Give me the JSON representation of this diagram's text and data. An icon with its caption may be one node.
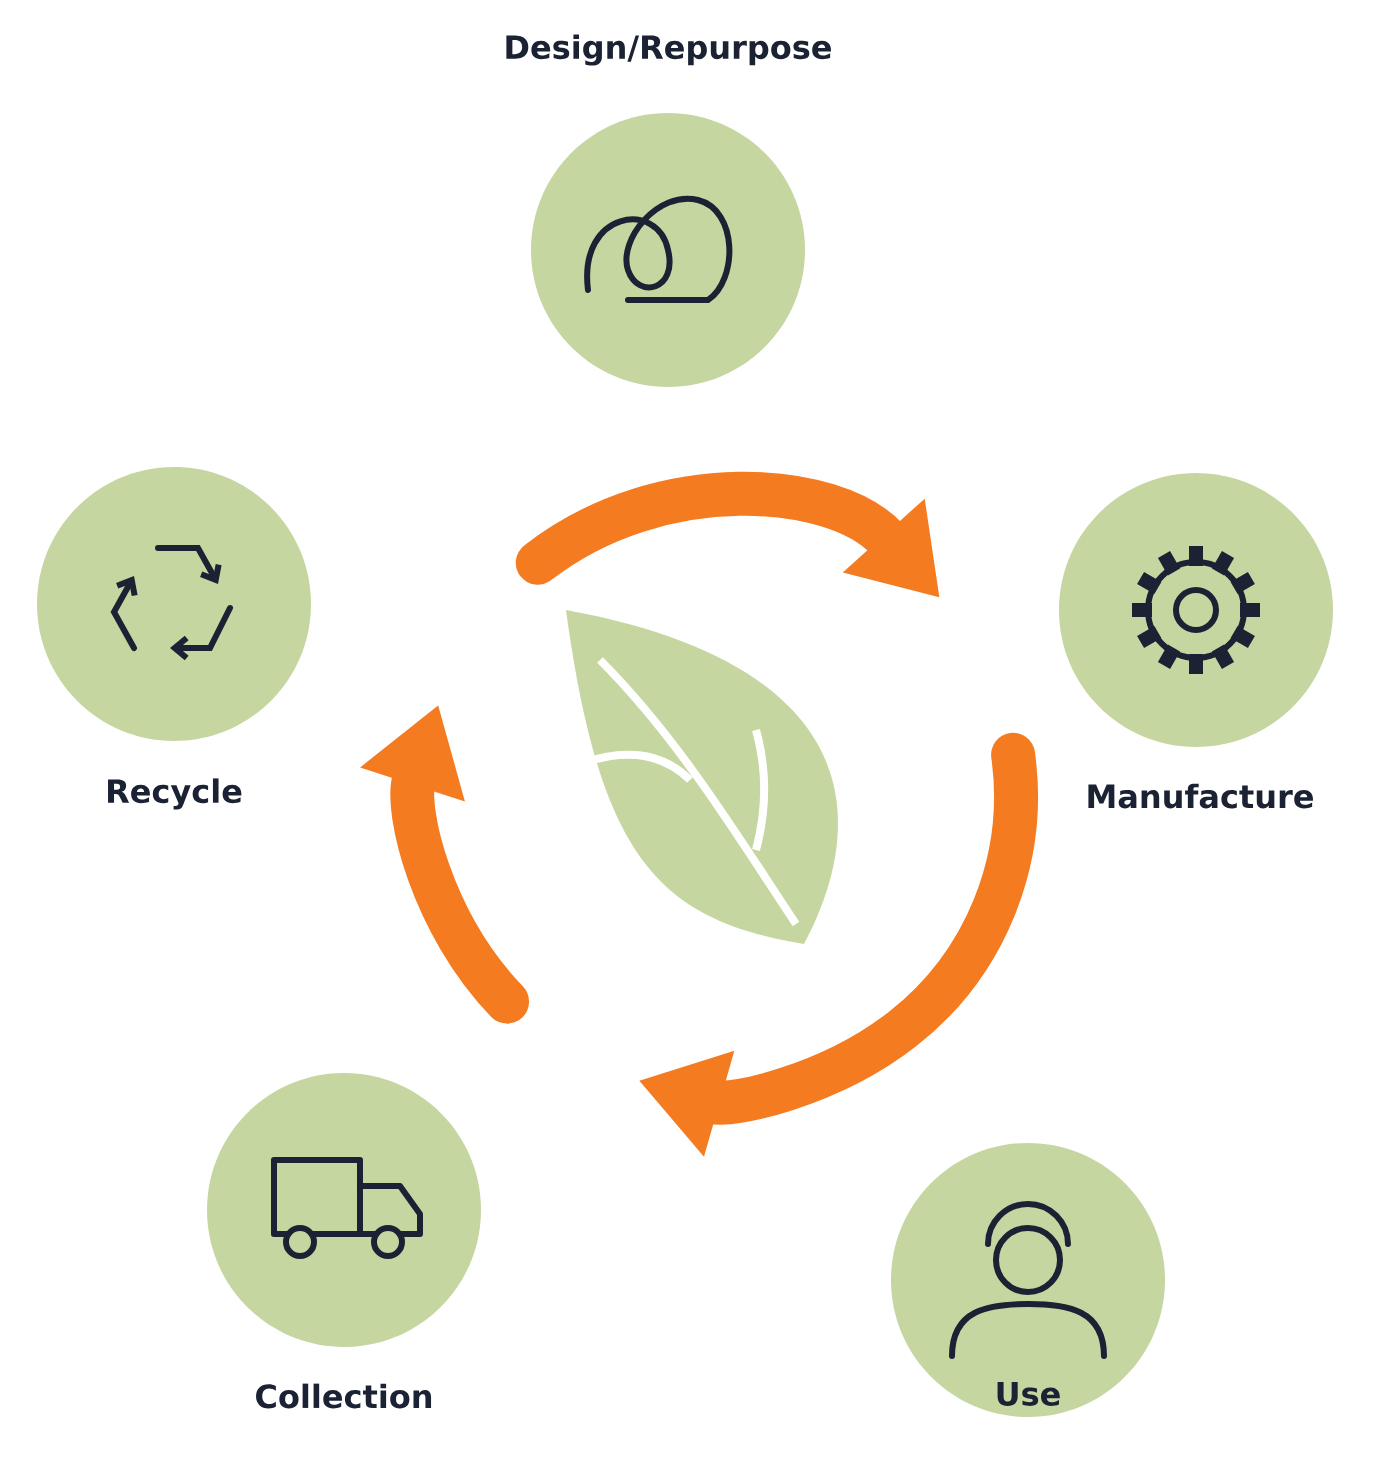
{
  "diagram": {
    "nodes": [
      {
        "text": [
          "Design/Repurpose"
        ]
      },
      {
        "text": [
          "Manufacture"
        ]
      },
      {
        "text": [
          "Use"
        ]
      },
      {
        "text": [
          "Collection"
        ]
      },
      {
        "text": [
          "Recycle"
        ]
      }
    ]
  }
}
